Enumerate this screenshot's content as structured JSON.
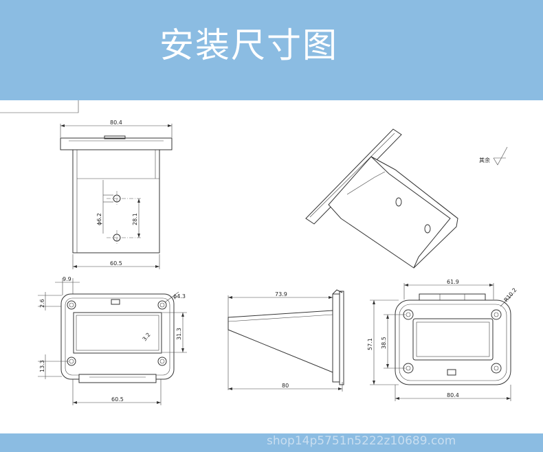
{
  "header": {
    "title": "安装尺寸图"
  },
  "footer": {
    "watermark": "shop14p5751n5222z10689.com"
  },
  "drawing": {
    "front_view": {
      "top_width": "80.4",
      "bottom_width": "60.5",
      "hole_diameter": "ϕ6.2",
      "hole_spacing": "28.1"
    },
    "rear_view": {
      "width": "60.5",
      "left_offset": "9.9",
      "top_offset": "2.6",
      "bottom_offset": "13.3",
      "hole_diameter": "ϕ4.3",
      "height": "31.3",
      "spec_label": "3.2"
    },
    "side_view": {
      "length_top": "73.9",
      "length_bottom": "80"
    },
    "top_view": {
      "top_width": "61.9",
      "radius": "R10.2",
      "height": "57.1",
      "inner_height": "38.5",
      "bottom_width": "80.4"
    },
    "note": "其余"
  }
}
